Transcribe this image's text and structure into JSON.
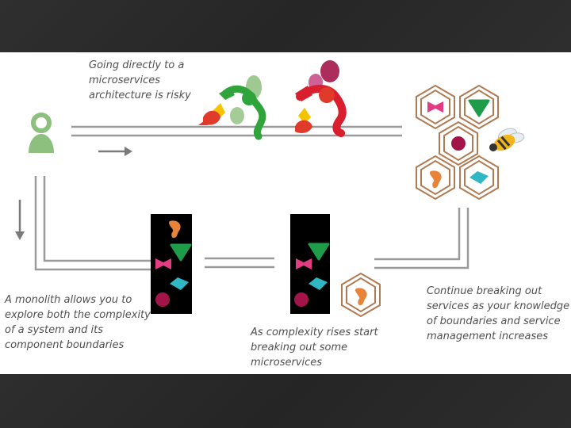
{
  "captions": {
    "risky": "Going directly to a\nmicroservices\narchitecture is risky",
    "monolith": "A monolith allows you to\nexplore both the complexity\nof a system and its\ncomponent boundaries",
    "complexity": "As complexity rises start\nbreaking out some\nmicroservices",
    "continue": "Continue breaking out\nservices as your knowledge\nof boundaries and service\nmanagement increases"
  },
  "icons": {
    "person": "person-icon",
    "dragon_green": "green-dragon-icon",
    "dragon_red": "red-dragon-icon",
    "bee": "bee-icon",
    "monolith": "monolith-block",
    "service_hexagon": "service-hexagon-icon"
  },
  "colors": {
    "path": "#9a9a9a",
    "person": "#8dbf7e",
    "orange": "#e8833a",
    "green": "#1e9c4a",
    "pink": "#e23d82",
    "teal": "#2fb8c4",
    "maroon": "#a3154a",
    "hex_ring": "#b07a52",
    "dragon_green": "#2ea43a",
    "dragon_red": "#d91f2e"
  }
}
